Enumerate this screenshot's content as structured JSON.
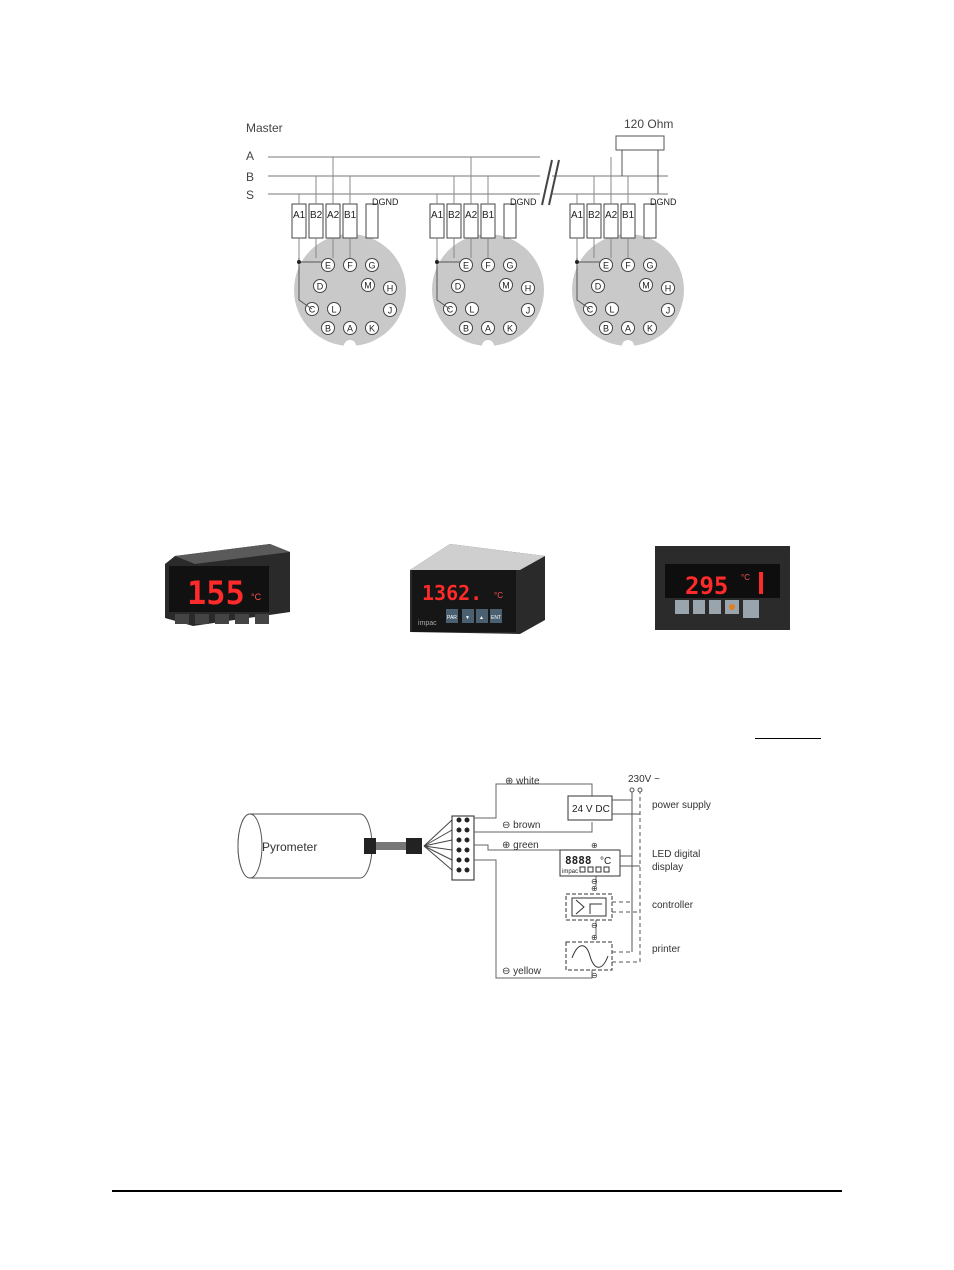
{
  "bus_diagram": {
    "master_label": "Master",
    "line_labels": [
      "A",
      "B",
      "S"
    ],
    "terminator_label": "120 Ohm",
    "pin_labels": [
      "A1",
      "B2",
      "A2",
      "B1"
    ],
    "dgnd_label": "DGND",
    "connector_pins": [
      "E",
      "F",
      "G",
      "D",
      "M",
      "H",
      "C",
      "L",
      "J",
      "B",
      "A",
      "K"
    ]
  },
  "devices": {
    "displays": [
      {
        "reading": "155",
        "unit": "°C"
      },
      {
        "reading": "1362.",
        "unit": "°C"
      },
      {
        "reading": "295",
        "unit": "°C"
      }
    ],
    "device2_buttons": [
      "PAR",
      "▼",
      "▲",
      "ENT"
    ],
    "device2_brand": "impac",
    "colors": {
      "led": "#ff2a2a",
      "bezel": "#1c1c1c"
    }
  },
  "wiring": {
    "pyrometer_label": "Pyrometer",
    "wires": [
      "⊕ white",
      "⊖ brown",
      "⊕ green",
      "⊖ yellow"
    ],
    "mains_label": "230V ~",
    "psu_label": "24 V DC",
    "psu_desc": "power supply",
    "display_reading": "8888",
    "display_unit": "°C",
    "display_brand": "impac",
    "display_desc_line1": "LED digital",
    "display_desc_line2": "display",
    "controller_desc": "controller",
    "printer_desc": "printer",
    "plus": "⊕",
    "minus": "⊖"
  }
}
